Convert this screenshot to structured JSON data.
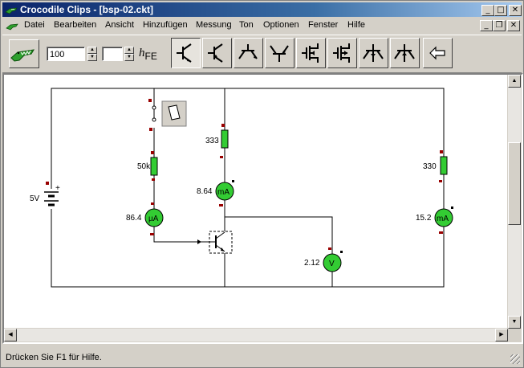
{
  "window": {
    "title": "Crocodile Clips - [bsp-02.ckt]"
  },
  "title_buttons": {
    "minimize": "_",
    "maximize": "□",
    "close": "✕"
  },
  "mdi_buttons": {
    "minimize": "_",
    "restore": "❐",
    "close": "✕"
  },
  "menu": [
    {
      "label": "Datei"
    },
    {
      "label": "Bearbeiten"
    },
    {
      "label": "Ansicht"
    },
    {
      "label": "Hinzufügen"
    },
    {
      "label": "Messung"
    },
    {
      "label": "Ton"
    },
    {
      "label": "Optionen"
    },
    {
      "label": "Fenster"
    },
    {
      "label": "Hilfe"
    }
  ],
  "toolbar": {
    "zoom_value": "100",
    "second_value": "",
    "hfe_label": "h",
    "hfe_sub": "FE",
    "transistor_tools": [
      "npn-transistor-icon",
      "pnp-transistor-icon",
      "npn-transistor-alt-icon",
      "pnp-transistor-alt-icon",
      "mosfet-n-icon",
      "mosfet-p-icon",
      "jfet-n-icon",
      "jfet-p-icon",
      "back-arrow-icon"
    ]
  },
  "circuit": {
    "battery_label": "5V",
    "resistor_base_label": "50k",
    "resistor_collector_label": "333",
    "resistor_right_label": "330",
    "ammeter_base_value": "86.4",
    "ammeter_base_unit": "µA",
    "ammeter_collector_value": "8.64",
    "ammeter_collector_unit": "mA",
    "ammeter_right_value": "15.2",
    "ammeter_right_unit": "mA",
    "voltmeter_value": "2.12",
    "voltmeter_unit": "V",
    "battery_plus": "+"
  },
  "colors": {
    "meter_fill": "#33cc33",
    "wire": "#000000",
    "terminal": "#990000"
  },
  "status": {
    "text": "Drücken Sie F1 für Hilfe."
  }
}
